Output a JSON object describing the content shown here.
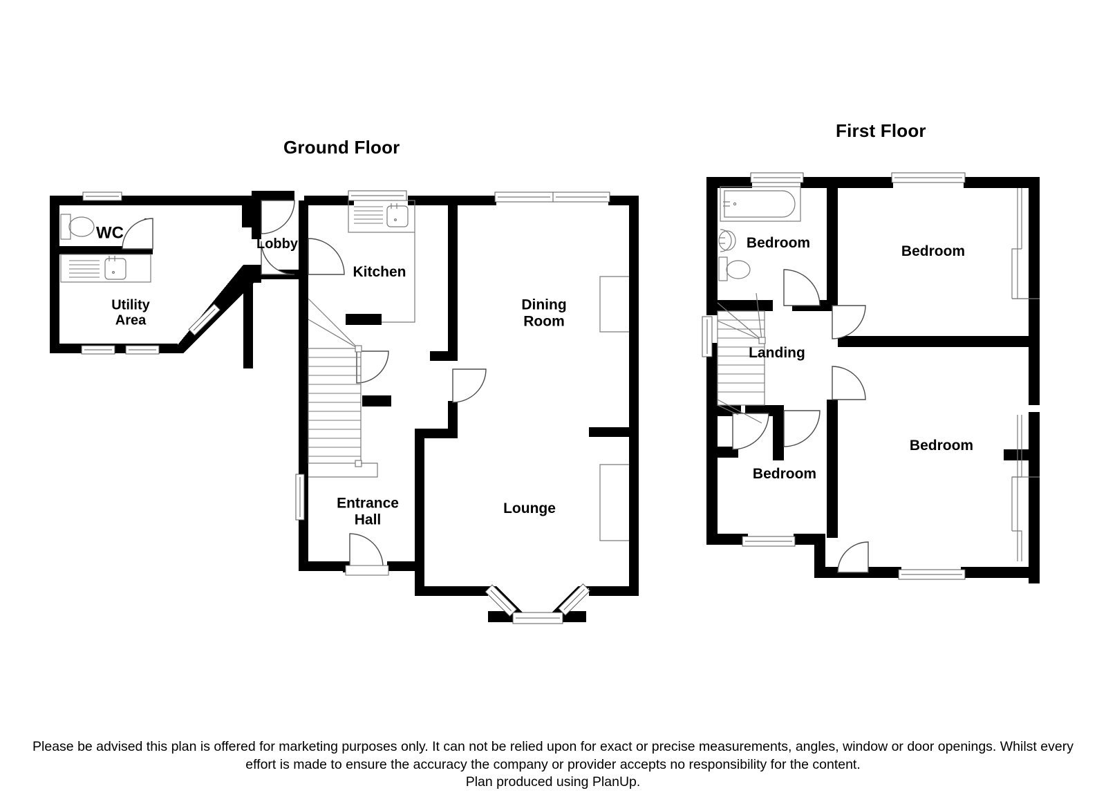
{
  "document": {
    "type": "floor-plan",
    "floors": [
      {
        "id": "ground",
        "title": "Ground Floor",
        "rooms": [
          {
            "name": "WC",
            "label": "WC",
            "fixtures": [
              "toilet"
            ]
          },
          {
            "name": "utility-area",
            "label": "Utility\nArea",
            "fixtures": [
              "sink",
              "worktop"
            ]
          },
          {
            "name": "lobby",
            "label": "Lobby",
            "fixtures": []
          },
          {
            "name": "kitchen",
            "label": "Kitchen",
            "fixtures": [
              "sink",
              "worktop"
            ]
          },
          {
            "name": "dining-room",
            "label": "Dining\nRoom",
            "fixtures": [
              "chimney-alcove"
            ]
          },
          {
            "name": "entrance-hall",
            "label": "Entrance\nHall",
            "fixtures": [
              "staircase"
            ]
          },
          {
            "name": "lounge",
            "label": "Lounge",
            "fixtures": [
              "bay-window",
              "chimney-alcove"
            ]
          }
        ]
      },
      {
        "id": "first",
        "title": "First Floor",
        "rooms": [
          {
            "name": "bathroom-bedroom",
            "label": "Bedroom",
            "fixtures": [
              "bath",
              "wash-basin",
              "toilet"
            ]
          },
          {
            "name": "bedroom-front",
            "label": "Bedroom",
            "fixtures": []
          },
          {
            "name": "landing",
            "label": "Landing",
            "fixtures": [
              "staircase"
            ]
          },
          {
            "name": "bedroom-rear-left",
            "label": "Bedroom",
            "fixtures": []
          },
          {
            "name": "bedroom-rear-right",
            "label": "Bedroom",
            "fixtures": [
              "wardrobe"
            ]
          }
        ]
      }
    ]
  },
  "disclaimer": {
    "line1": "Please be advised this plan is offered for marketing purposes only. It can not be relied upon for exact or precise measurements, angles, window or door openings. Whilst every",
    "line2": "effort is made to ensure the accuracy the company or provider accepts no responsibility for the content.",
    "line3": "Plan produced using PlanUp."
  },
  "colors": {
    "wall": "#000000",
    "background": "#ffffff",
    "fixture_stroke": "#808080",
    "text": "#000000"
  },
  "labels": {
    "ground": {
      "wc": "WC",
      "utility": "Utility\nArea",
      "lobby": "Lobby",
      "kitchen": "Kitchen",
      "dining": "Dining\nRoom",
      "entrance": "Entrance\nHall",
      "lounge": "Lounge"
    },
    "first": {
      "bathroom": "Bedroom",
      "bed_front": "Bedroom",
      "landing": "Landing",
      "bed_rear_left": "Bedroom",
      "bed_rear_right": "Bedroom"
    }
  }
}
